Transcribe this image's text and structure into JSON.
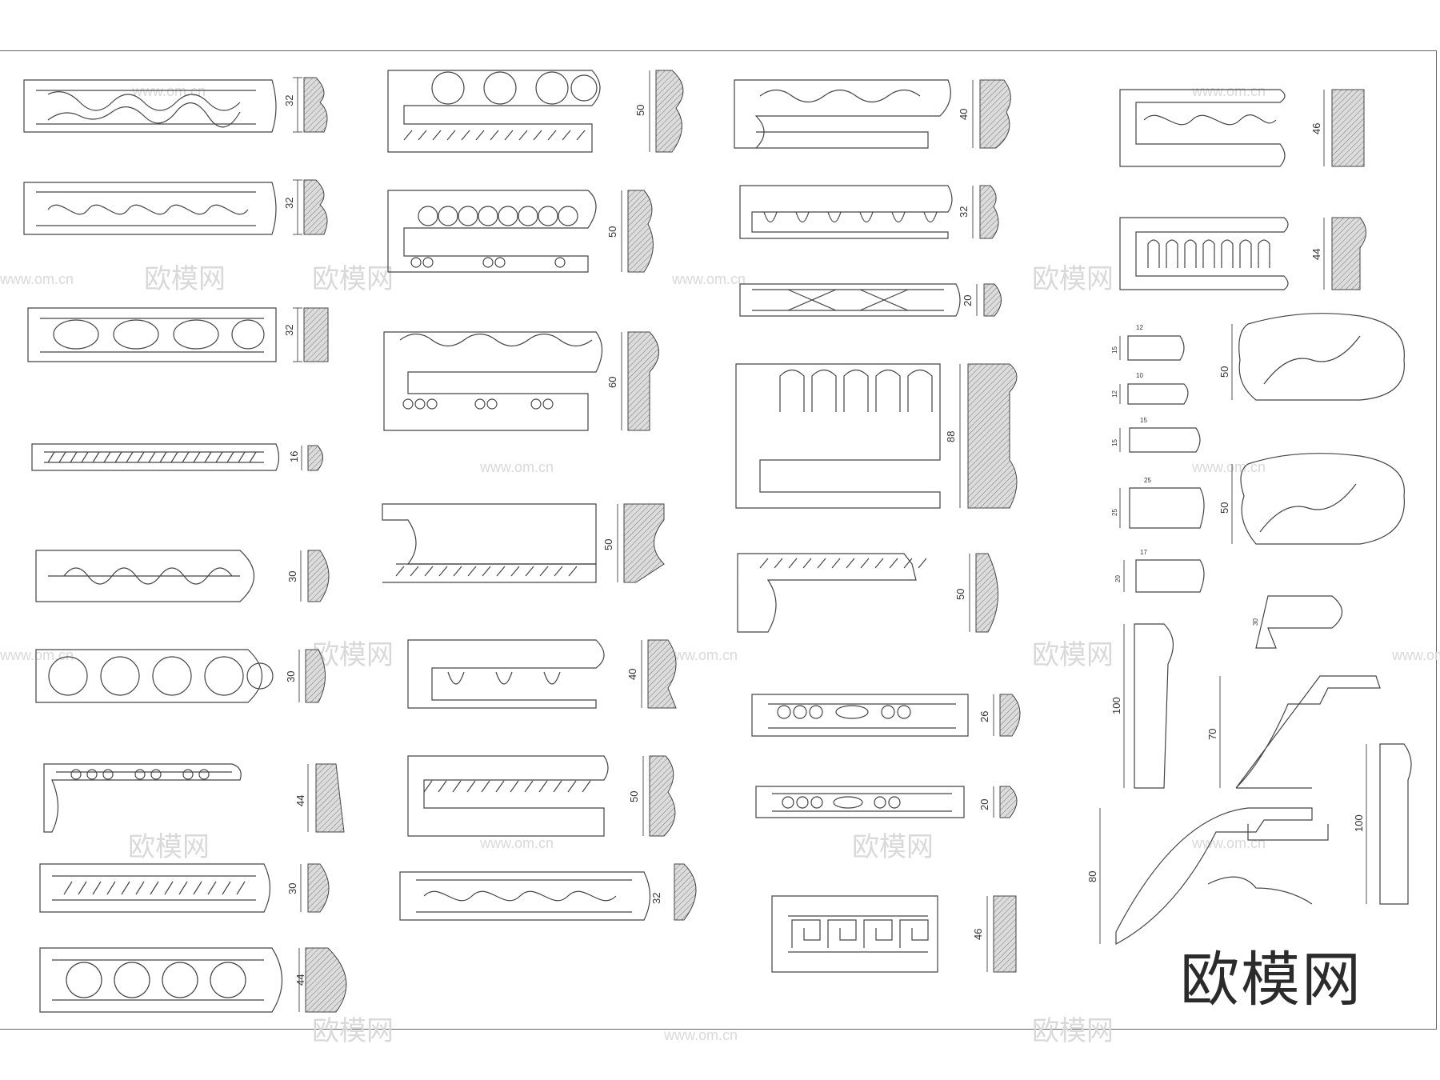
{
  "brand": {
    "logo_text": "欧模网",
    "watermark_text": "欧模网",
    "watermark_url": "www.om.cn"
  },
  "col1": {
    "dims": [
      "32",
      "32",
      "32",
      "16",
      "30",
      "30",
      "44",
      "30",
      "44"
    ]
  },
  "col2": {
    "dims": [
      "50",
      "50",
      "60",
      "50",
      "40",
      "50",
      "32"
    ]
  },
  "col3": {
    "dims": [
      "40",
      "32",
      "20",
      "88",
      "50",
      "26",
      "20",
      "46"
    ]
  },
  "col4": {
    "dims": [
      "46",
      "44"
    ],
    "small_dims": [
      "12",
      "15",
      "10",
      "12",
      "15",
      "15",
      "25",
      "25",
      "17",
      "20",
      "30"
    ],
    "large_dims": [
      "50",
      "50",
      "100",
      "70",
      "100",
      "80"
    ]
  }
}
